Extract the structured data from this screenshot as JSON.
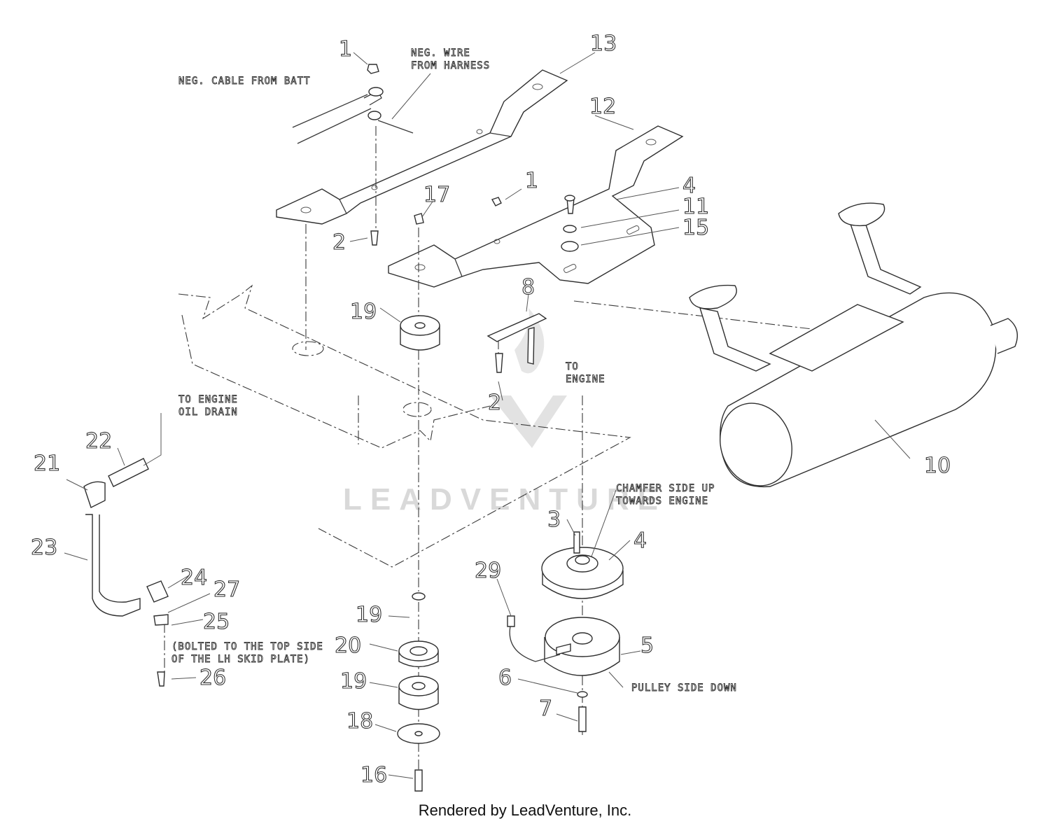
{
  "callouts": [
    "1",
    "13",
    "12",
    "1",
    "4",
    "11",
    "15",
    "2",
    "17",
    "19",
    "8",
    "2",
    "10",
    "22",
    "21",
    "23",
    "24",
    "27",
    "25",
    "26",
    "3",
    "4",
    "29",
    "5",
    "6",
    "7",
    "19",
    "20",
    "19",
    "18",
    "16"
  ],
  "notes": {
    "neg_wire": [
      "NEG. WIRE",
      "FROM HARNESS"
    ],
    "neg_cable": "NEG. CABLE FROM BATT",
    "to_engine_top": [
      "TO",
      "ENGINE"
    ],
    "oil_drain": [
      "TO ENGINE",
      "OIL DRAIN"
    ],
    "chamfer": [
      "CHAMFER SIDE UP",
      "TOWARDS ENGINE"
    ],
    "bolted": [
      "(BOLTED TO THE TOP SIDE",
      "OF THE LH SKID PLATE)"
    ],
    "pulley_side": "PULLEY SIDE DOWN"
  },
  "watermark": "LEADVENTURE",
  "footer": "Rendered by LeadVenture, Inc."
}
